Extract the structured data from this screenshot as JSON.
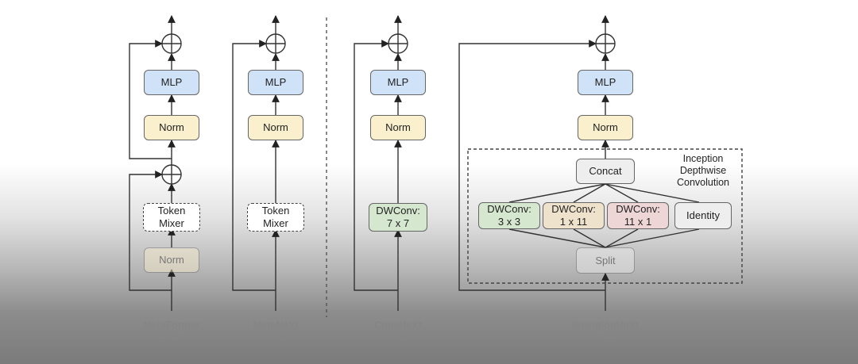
{
  "blocks": {
    "metaformer": {
      "token_mixer": [
        "Token",
        "Mixer"
      ],
      "norm_bottom": "Norm",
      "norm_top": "Norm",
      "mlp": "MLP",
      "caption": [
        "MetaFormer",
        "block"
      ]
    },
    "metanext": {
      "token_mixer": [
        "Token",
        "Mixer"
      ],
      "norm": "Norm",
      "mlp": "MLP",
      "caption": [
        "MetaNeXt",
        "block"
      ]
    },
    "convnext": {
      "dwconv": [
        "DWConv:",
        "7 x 7"
      ],
      "norm": "Norm",
      "mlp": "MLP",
      "caption": [
        "ConvNeXt",
        "block"
      ]
    },
    "inceptionnext": {
      "split": "Split",
      "branches": [
        {
          "lines": [
            "DWConv:",
            "3 x 3"
          ]
        },
        {
          "lines": [
            "DWConv:",
            "1 x 11"
          ]
        },
        {
          "lines": [
            "DWConv:",
            "11 x 1"
          ]
        },
        {
          "lines": [
            "Identity"
          ]
        }
      ],
      "concat": "Concat",
      "region_label": [
        "Inception",
        "Depthwise",
        "Convolution"
      ],
      "norm": "Norm",
      "mlp": "MLP",
      "caption": [
        "InceptionNeXt",
        "block"
      ]
    }
  },
  "colors": {
    "mlp": "#cfe2f8",
    "norm": "#fbf0cd",
    "dw_3x3": "#d6e7cf",
    "dw_1x11": "#efe2cd",
    "dw_11x1": "#eed5d6",
    "neutral": "#eeeeee"
  }
}
